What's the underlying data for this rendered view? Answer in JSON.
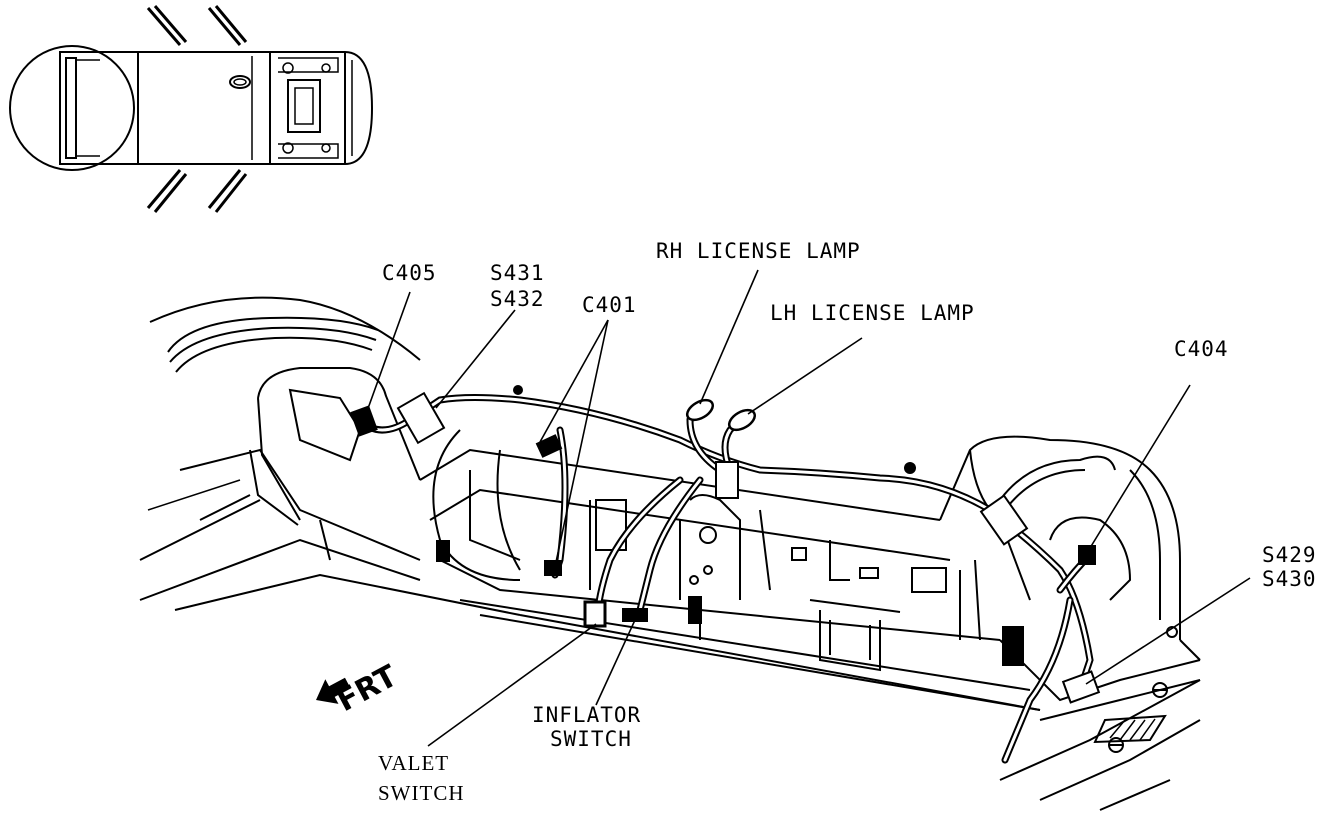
{
  "labels": {
    "c405": "C405",
    "s431": "S431",
    "s432": "S432",
    "c401": "C401",
    "rh_license_lamp": "RH LICENSE LAMP",
    "lh_license_lamp": "LH LICENSE LAMP",
    "c404": "C404",
    "s429": "S429",
    "s430": "S430",
    "inflator_line1": "INFLATOR",
    "inflator_line2": "SWITCH",
    "valet_line1": "VALET",
    "valet_line2": "SWITCH",
    "frt": "FRT"
  },
  "icons": {
    "vehicle_locator": "top-view-car-outline",
    "front_arrow": "left-pointing-arrow"
  }
}
